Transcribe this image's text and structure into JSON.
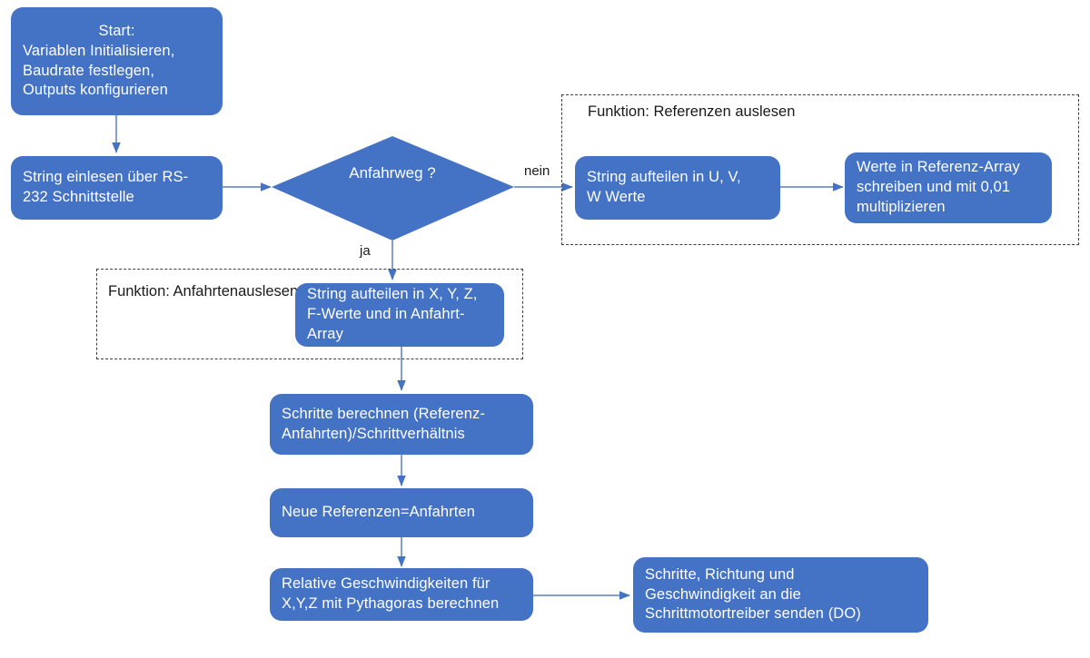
{
  "diagram": {
    "title": "Programmablaufplan",
    "colors": {
      "node_fill": "#4472C4",
      "node_text": "#FFFFFF",
      "connector": "#5B7FC0",
      "group_border": "#3F3F3F",
      "background": "#FFFFFF"
    },
    "nodes": [
      {
        "id": "start",
        "shape": "rounded-rect",
        "lines": [
          "Start:",
          "Variablen Initialisieren,",
          "Baudrate festlegen,",
          "Outputs konfigurieren"
        ]
      },
      {
        "id": "read-string",
        "shape": "rounded-rect",
        "lines": [
          "String einlesen über RS-",
          "232 Schnittstelle"
        ]
      },
      {
        "id": "decision",
        "shape": "diamond",
        "lines": [
          "Anfahrweg",
          "?"
        ]
      },
      {
        "id": "split-uvw",
        "shape": "rounded-rect",
        "lines": [
          "String aufteilen in U, V,",
          "W Werte"
        ]
      },
      {
        "id": "write-reference-array",
        "shape": "rounded-rect",
        "lines": [
          "Werte in Referenz-Array",
          "schreiben und mit 0,01",
          "multiplizieren"
        ]
      },
      {
        "id": "split-xyzf",
        "shape": "rounded-rect",
        "lines": [
          "String aufteilen in X, Y, Z,",
          "F-Werte und in Anfahrt-",
          "Array"
        ]
      },
      {
        "id": "calc-steps",
        "shape": "rounded-rect",
        "lines": [
          "Schritte berechnen (Referenz-",
          "Anfahrten)/Schrittverhältnis"
        ]
      },
      {
        "id": "new-references",
        "shape": "rounded-rect",
        "lines": [
          "Neue Referenzen=Anfahrten"
        ]
      },
      {
        "id": "relative-speeds",
        "shape": "rounded-rect",
        "lines": [
          "Relative Geschwindigkeiten für",
          "X,Y,Z mit Pythagoras berechnen"
        ]
      },
      {
        "id": "send-driver",
        "shape": "rounded-rect",
        "lines": [
          "Schritte, Richtung und",
          "Geschwindigkeit an die",
          "Schrittmotortreiber senden (DO)"
        ]
      }
    ],
    "groups": [
      {
        "id": "group-references",
        "label_lines": [
          "Funktion: Referenzen auslesen"
        ]
      },
      {
        "id": "group-approaches",
        "label_lines": [
          "Funktion: Anfahrten",
          "auslesen"
        ]
      }
    ],
    "edge_labels": [
      {
        "id": "label-nein",
        "text": "nein"
      },
      {
        "id": "label-ja",
        "text": "ja"
      }
    ]
  }
}
